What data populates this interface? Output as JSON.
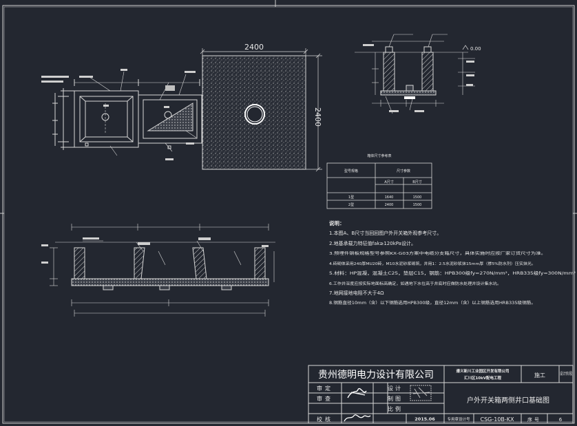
{
  "plan": {
    "dim_width": "2400",
    "dim_height": "2400"
  },
  "section_top": {
    "elevation": "0.00"
  },
  "notes": {
    "heading": "说明：",
    "items": [
      "1.本图A、B尺寸当回回图户外开关箱外观参考尺寸。",
      "2.地基承载力特征值fak≥120kPa设计。",
      "3.预埋件钢板规格型号参照KX-G03方案中电缆分支箱尺寸，具体实施时应按厂家订货尺寸为准。",
      "4.砖砌体采用240厚MU20砖，M10水泥砂浆砌筑，并用1：2.5水泥砂浆抹15mm厚（掺5%防水剂）压实抹光。",
      "5.材料：HP混凝，混凝土C25，垫层C15，钢筋：HPB300级fy=270N/mm²，HRB335级fy=300N/mm²",
      "6.工作井深度应按实际地面标高确定，如遇地下水位高于井底时应做防水处理并设计集水坑。",
      "7.地网接地电阻不大于4Ω",
      "8.钢筋直径10mm（含）以下钢筋选用HPB300级，直径12mm（含）以上钢筋选用HRB335级钢筋。"
    ]
  },
  "spec_table": {
    "title": "箱体尺寸参考表",
    "headers": [
      "型号规格",
      "尺寸参数"
    ],
    "subheaders": [
      "A尺寸",
      "B尺寸"
    ],
    "rows": [
      {
        "label": "1型",
        "a": "1640",
        "b": "1500"
      },
      {
        "label": "2型",
        "a": "2400",
        "b": "1500"
      }
    ]
  },
  "title_block": {
    "company": "贵州德明电力设计有限公司",
    "project_line1": "遵义新川工业园区开发有限公司",
    "project_line2": "汇川区10kV配电工程",
    "stage_label": "施工",
    "stage_right": "设计阶段",
    "roles": [
      "审定",
      "审查",
      "校核"
    ],
    "designer_roles": [
      "设计",
      "制图",
      "比例"
    ],
    "drawing_title": "户外开关箱两侧井口基础图",
    "date": "2015.06",
    "cert_label": "专用章设计号",
    "drawing_no": "CSG-10B-KX",
    "seq_label": "序号",
    "seq_no": "6"
  }
}
